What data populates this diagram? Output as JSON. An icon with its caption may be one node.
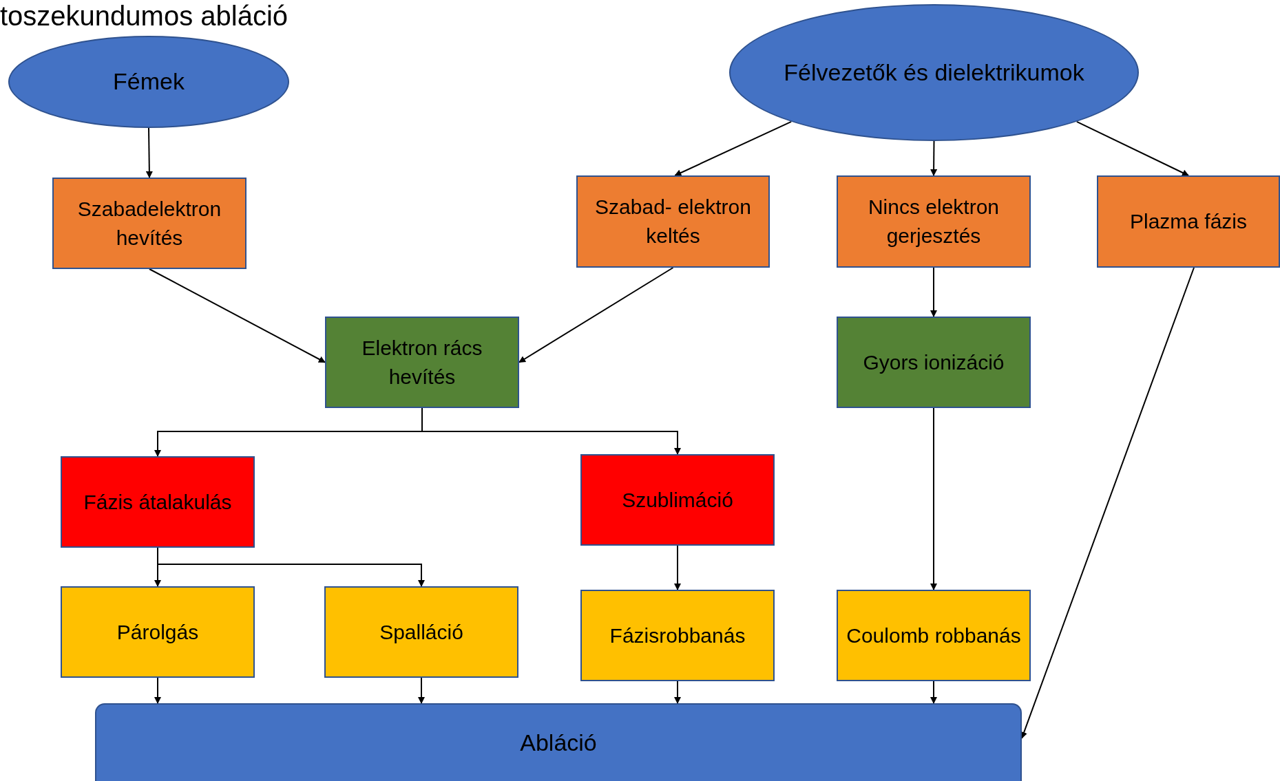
{
  "diagram": {
    "title": "toszekundumos abláció",
    "nodes": [
      {
        "text": [
          "Fémek"
        ]
      },
      {
        "text": [
          "Félvezetők és dielektrikumok"
        ]
      },
      {
        "text": [
          "Szabadelektron hevítés"
        ]
      },
      {
        "text": [
          "Szabad- elektron keltés"
        ]
      },
      {
        "text": [
          "Nincs elektron gerjesztés"
        ]
      },
      {
        "text": [
          "Plazma fázis"
        ]
      },
      {
        "text": [
          "Elektron rács hevítés"
        ]
      },
      {
        "text": [
          "Gyors ionizáció"
        ]
      },
      {
        "text": [
          "Fázis átalakulás"
        ]
      },
      {
        "text": [
          "Szublimáció"
        ]
      },
      {
        "text": [
          "Párolgás"
        ]
      },
      {
        "text": [
          "Spalláció"
        ]
      },
      {
        "text": [
          "Fázisrobbanás"
        ]
      },
      {
        "text": [
          "Coulomb robbanás"
        ]
      },
      {
        "text": [
          "Abláció"
        ]
      }
    ],
    "edges": [
      {
        "from": 0,
        "to": 2,
        "arrow": "to"
      },
      {
        "from": 1,
        "to": 3,
        "arrow": "to"
      },
      {
        "from": 1,
        "to": 4,
        "arrow": "to"
      },
      {
        "from": 1,
        "to": 5,
        "arrow": "to"
      },
      {
        "from": 2,
        "to": 6,
        "arrow": "to"
      },
      {
        "from": 3,
        "to": 6,
        "arrow": "to"
      },
      {
        "from": 6,
        "to": 8,
        "arrow": "to"
      },
      {
        "from": 6,
        "to": 9,
        "arrow": "to"
      },
      {
        "from": 4,
        "to": 7,
        "arrow": "to"
      },
      {
        "from": 8,
        "to": 10,
        "arrow": "to"
      },
      {
        "from": 8,
        "to": 11,
        "arrow": "to"
      },
      {
        "from": 9,
        "to": 12,
        "arrow": "to"
      },
      {
        "from": 7,
        "to": 13,
        "arrow": "to"
      },
      {
        "from": 10,
        "to": 14,
        "arrow": "to"
      },
      {
        "from": 11,
        "to": 14,
        "arrow": "to"
      },
      {
        "from": 12,
        "to": 14,
        "arrow": "to"
      },
      {
        "from": 13,
        "to": 14,
        "arrow": "to"
      },
      {
        "from": 5,
        "to": 14,
        "arrow": "to"
      }
    ]
  }
}
